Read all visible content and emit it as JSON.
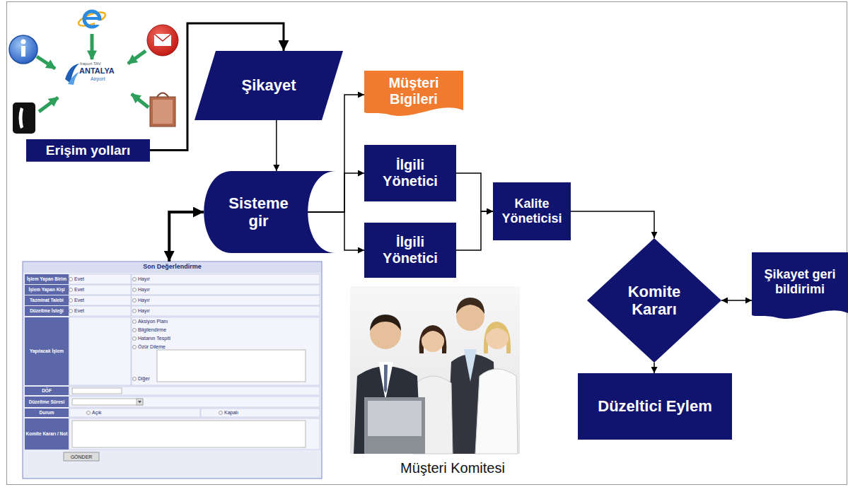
{
  "diagram": {
    "nodes": [
      {
        "text": [
          "Erişim yolları"
        ]
      },
      {
        "text": [
          "Şikayet"
        ]
      },
      {
        "text": [
          "Müşteri Bigileri"
        ]
      },
      {
        "text": [
          "Sisteme gir"
        ]
      },
      {
        "text": [
          "İlgili Yönetici"
        ]
      },
      {
        "text": [
          "İlgili Yönetici"
        ]
      },
      {
        "text": [
          "Kalite Yöneticisi"
        ]
      },
      {
        "text": [
          "Komite Kararı"
        ]
      },
      {
        "text": [
          "Şikayet geri bildirimi"
        ]
      },
      {
        "text": [
          "Düzeltici Eylem"
        ]
      },
      {
        "text": [
          "Son Değerlendirme"
        ]
      }
    ],
    "edges": [
      {
        "from": 0,
        "to": 1,
        "arrow": "to"
      },
      {
        "from": 1,
        "to": 3,
        "arrow": "to"
      },
      {
        "from": 3,
        "to": 2,
        "arrow": "to"
      },
      {
        "from": 3,
        "to": 4,
        "arrow": "to"
      },
      {
        "from": 3,
        "to": 5,
        "arrow": "to"
      },
      {
        "from": 4,
        "to": 6,
        "arrow": "to"
      },
      {
        "from": 5,
        "to": 6,
        "arrow": "to"
      },
      {
        "from": 6,
        "to": 7,
        "arrow": "to"
      },
      {
        "from": 7,
        "to": 8,
        "arrow": "both"
      },
      {
        "from": 7,
        "to": 9,
        "arrow": "to"
      },
      {
        "from": 3,
        "to": 10,
        "arrow": "both"
      }
    ],
    "labels": [
      "fraport TAV",
      "ANTALYA",
      "Airport",
      "İşlem Yapan Birim",
      "Evet",
      "Hayır",
      "İşlem Yapan Kişi",
      "Evet",
      "Hayır",
      "Tazminat Talebi",
      "Evet",
      "Hayır",
      "Düzeltme İsteği",
      "Evet",
      "Hayır",
      "Yapılacak İşlem",
      "Aksiyon Planı",
      "Bilgilendirme",
      "Hatanın Tespiti",
      "Özür Dileme",
      "Diğer",
      "DÖF",
      "Düzeltme Süresi",
      "Durum",
      "Açık",
      "Kapalı",
      "Komite Kararı / Not",
      "GÖNDER",
      "Müşteri Komitesi"
    ]
  }
}
